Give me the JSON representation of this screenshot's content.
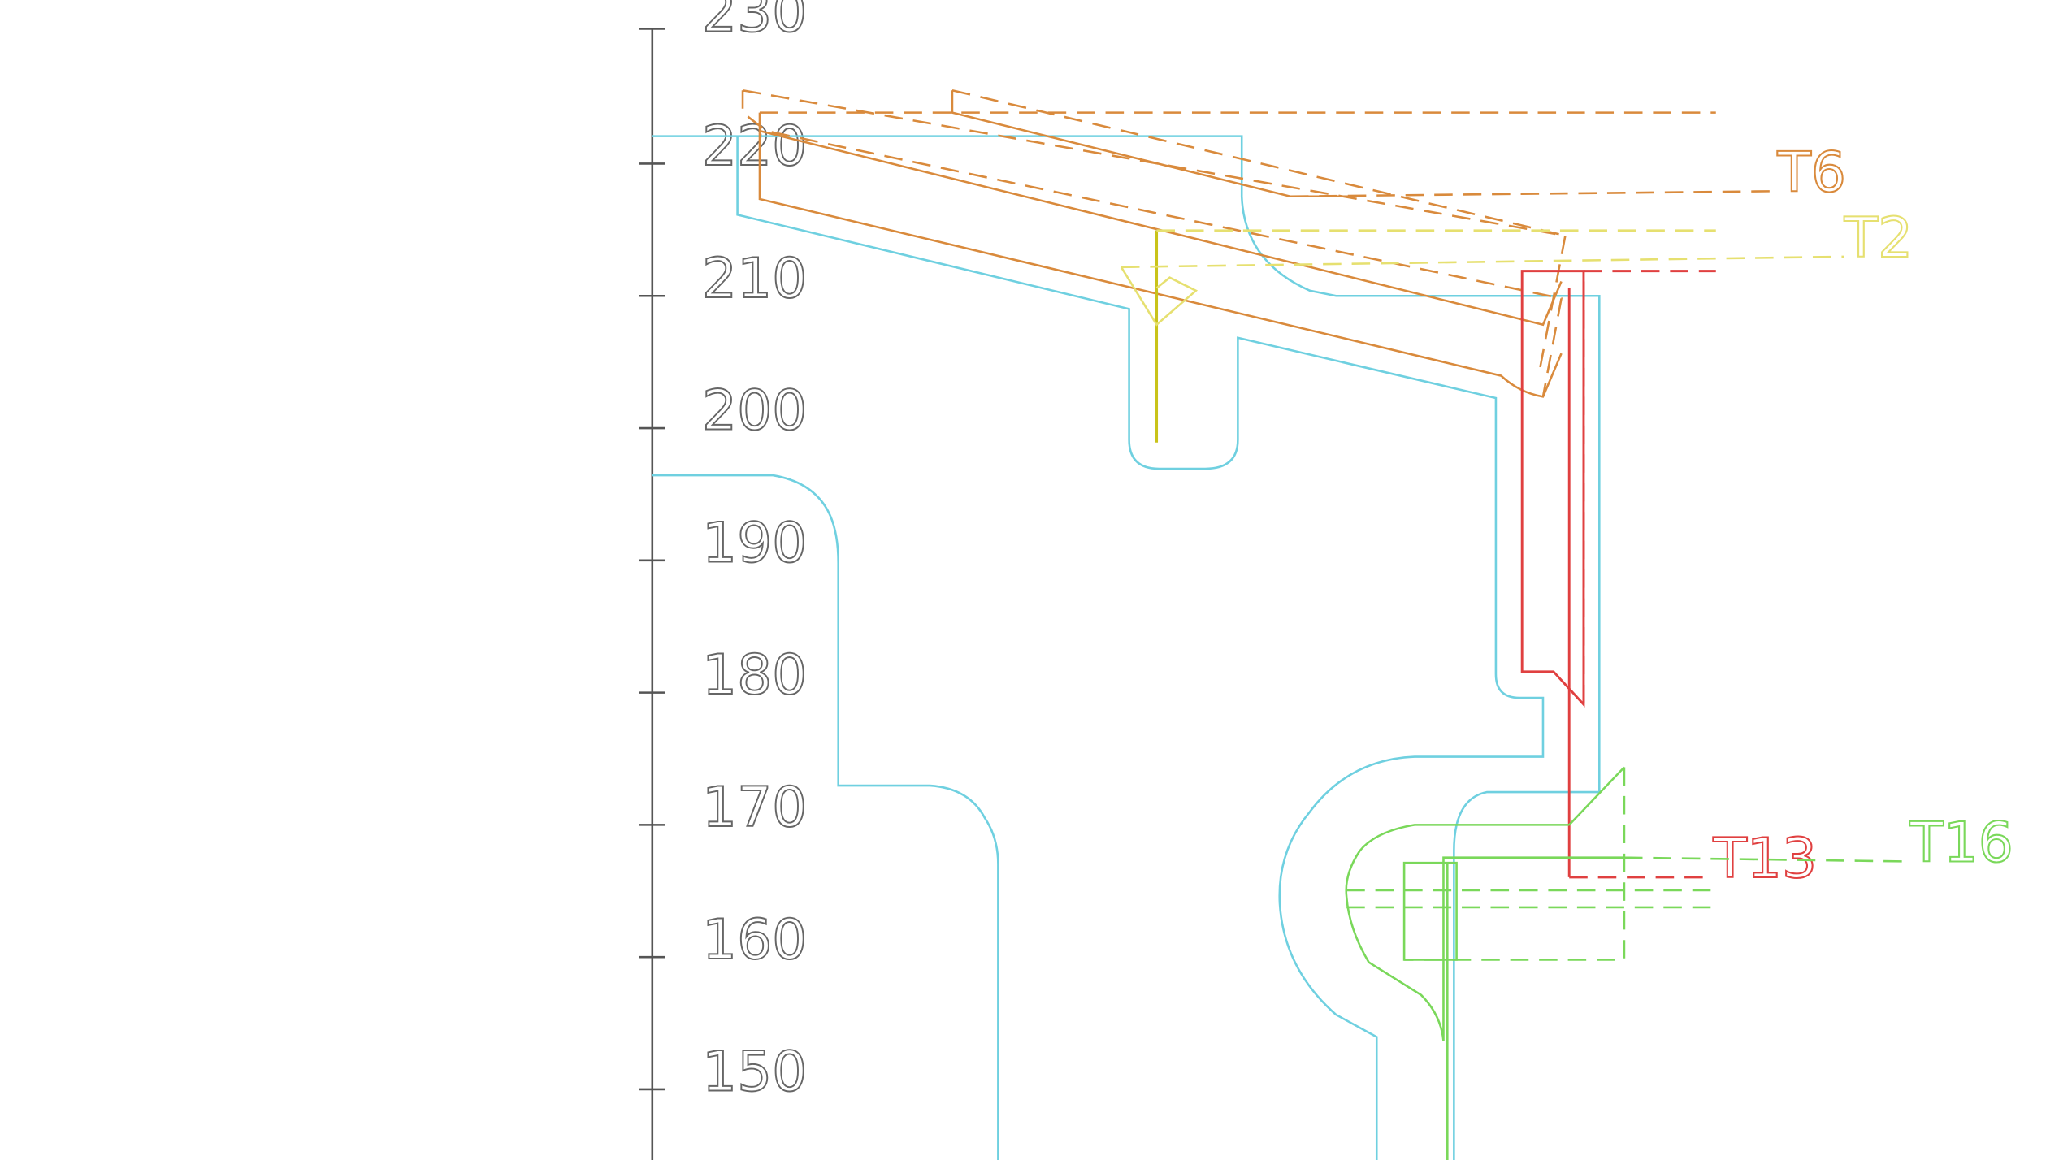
{
  "axis": {
    "tick_labels": [
      "230",
      "220",
      "210",
      "200",
      "190",
      "180",
      "170",
      "160",
      "150"
    ]
  },
  "tools": {
    "t6": {
      "label": "T6",
      "color": "#d98a3c"
    },
    "t2": {
      "label": "T2",
      "color": "#e6e070"
    },
    "t13": {
      "label": "T13",
      "color": "#e04040"
    },
    "t16": {
      "label": "T16",
      "color": "#7ad85a"
    }
  },
  "colors": {
    "axis": "#555555",
    "part_outline": "#6fd0e0"
  }
}
